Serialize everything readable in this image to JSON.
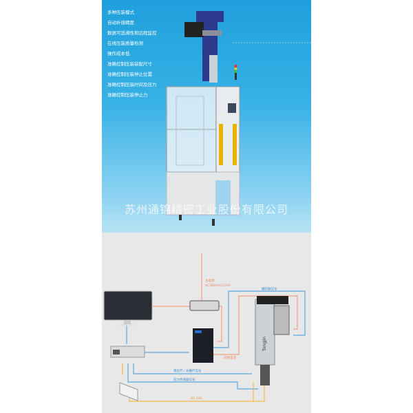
{
  "features": [
    "多种压装模式",
    "自动补偿精度",
    "数据可追溯性和远程监控",
    "在线压装质量检测",
    "操作成本低",
    "准确控制压装装配尺寸",
    "准确控制压装停止位置",
    "准确控制压装时间及压力",
    "准确控制压装停止力"
  ],
  "company": "苏州通锦精密工业股份有限公司",
  "diagram": {
    "main_power": "主电源",
    "main_power_voltage": "AC380V/AC220V",
    "encoder_signal": "编码器信号",
    "servo_power": "伺服电源",
    "limit_signal": "限位尺 / 光栅尺信号",
    "pressure_sensor_signal": "压力传感器信号",
    "dc24": "DC 24V",
    "actuator_brand": "Tongjin"
  },
  "colors": {
    "power": "#f0a080",
    "signal": "#5aa8e0",
    "dc": "#f5b942",
    "top_bg": "#2aa8e0"
  }
}
